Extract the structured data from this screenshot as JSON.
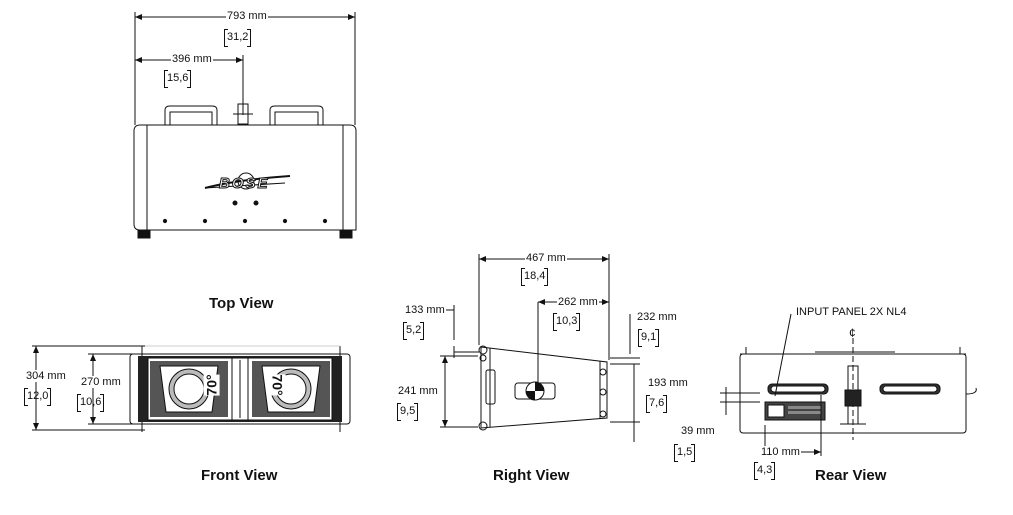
{
  "views": {
    "top": "Top View",
    "front": "Front View",
    "right": "Right View",
    "rear": "Rear View"
  },
  "dimensions": {
    "top_width_mm": "793 mm",
    "top_width_in": "31,2",
    "top_half_mm": "396 mm",
    "top_half_in": "15,6",
    "front_height_mm": "304 mm",
    "front_height_in": "12,0",
    "front_inner_mm": "270 mm",
    "front_inner_in": "10,6",
    "right_depth_mm": "467 mm",
    "right_depth_in": "18,4",
    "right_half_mm": "262 mm",
    "right_half_in": "10,3",
    "right_top_mm": "133 mm",
    "right_top_in": "5,2",
    "right_back_top_mm": "232 mm",
    "right_back_top_in": "9,1",
    "right_front_h_mm": "241 mm",
    "right_front_h_in": "9,5",
    "right_back_h_mm": "193 mm",
    "right_back_h_in": "7,6",
    "rear_small_mm": "39 mm",
    "rear_small_in": "1,5",
    "rear_offset_mm": "110 mm",
    "rear_offset_in": "4,3"
  },
  "annotations": {
    "input_panel": "INPUT PANEL 2X NL4",
    "centerline": "¢",
    "coverage_left": "70°",
    "coverage_right": "70°",
    "logo": "BOSE"
  }
}
